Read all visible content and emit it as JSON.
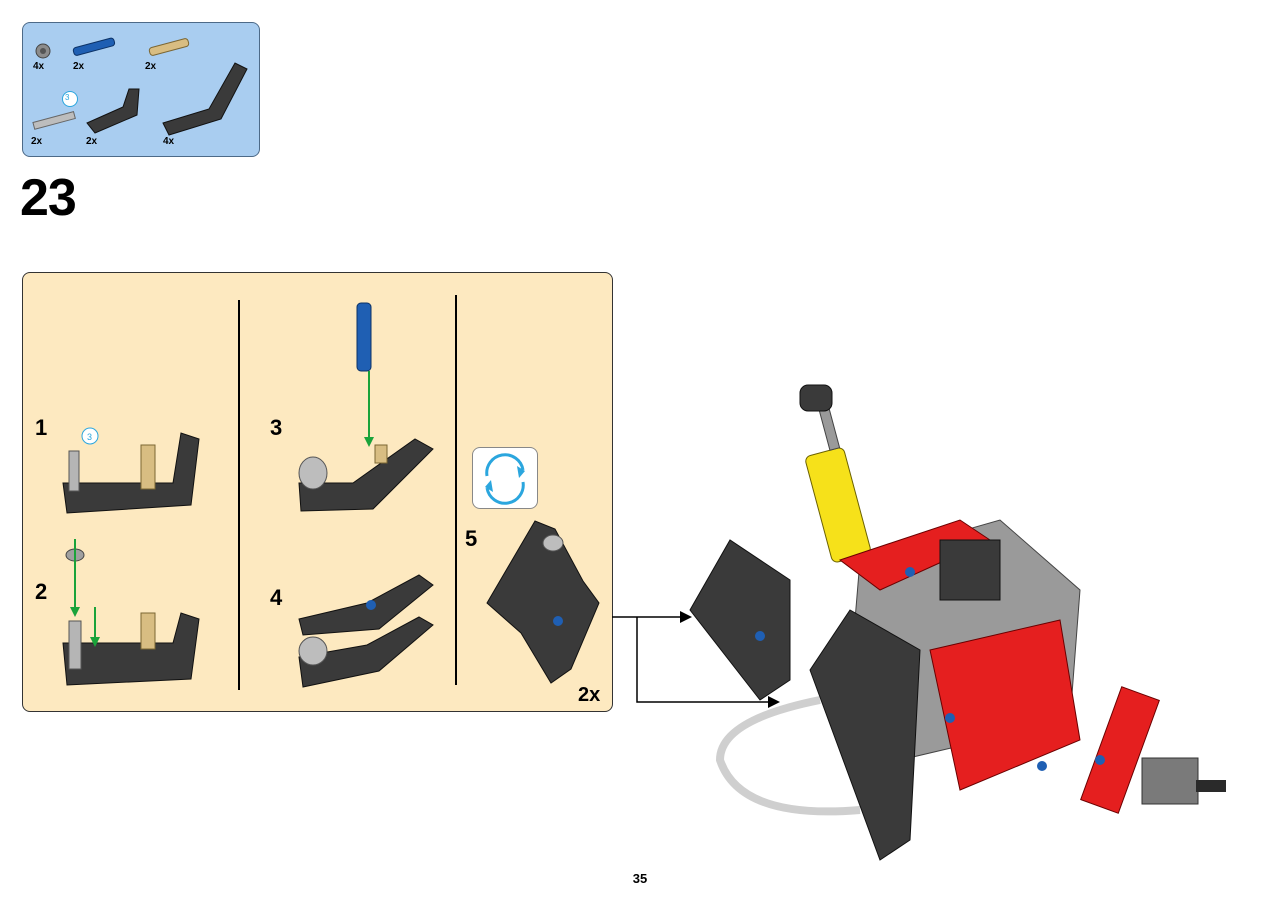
{
  "parts": {
    "items": [
      {
        "name": "bush",
        "qty": "4x"
      },
      {
        "name": "blue-axle-pin",
        "qty": "2x"
      },
      {
        "name": "tan-axle-pin",
        "qty": "2x"
      },
      {
        "name": "axle-3",
        "qty": "2x",
        "size_label": "3"
      },
      {
        "name": "l-beam",
        "qty": "2x"
      },
      {
        "name": "bent-beam",
        "qty": "4x"
      }
    ]
  },
  "step": {
    "number": "23"
  },
  "substeps": {
    "labels": [
      "1",
      "2",
      "3",
      "4",
      "5"
    ],
    "axle_callout": "3",
    "multiplier": "2x"
  },
  "page": {
    "number": "35"
  },
  "colors": {
    "parts_bg": "#a9cdf0",
    "panel_bg": "#fde9c0",
    "arrow_green": "#1aa33a",
    "red": "#e51f1f",
    "yellow": "#f6e11a",
    "dark_beam": "#3a3a3a"
  },
  "icons": [
    "rotate-icon"
  ]
}
